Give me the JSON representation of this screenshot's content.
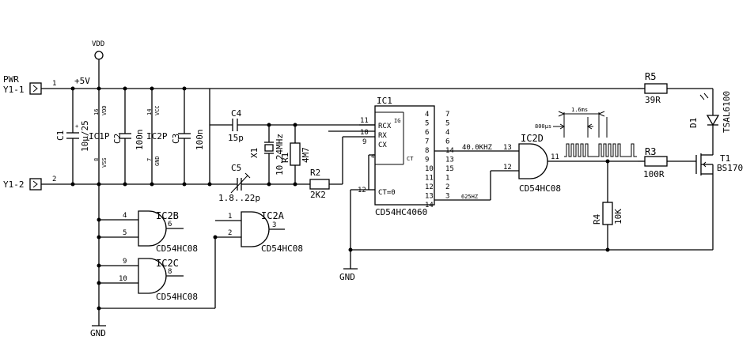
{
  "power": {
    "vdd": "VDD",
    "plus5v": "+5V",
    "pwr": "PWR",
    "y1_1": "Y1-1",
    "y1_2": "Y1-2",
    "pin1": "1",
    "pin2": "2"
  },
  "gnd": {
    "bottom": "GND",
    "mid": "GND"
  },
  "c1": {
    "name": "C1",
    "value": "10µ/25"
  },
  "c2": {
    "name": "C2",
    "value": "100n"
  },
  "c3": {
    "name": "C3",
    "value": "100n"
  },
  "c4": {
    "name": "C4",
    "value": "15p"
  },
  "c5": {
    "name": "C5",
    "value": "1.8..22p"
  },
  "ic1p": {
    "name": "IC1P",
    "top_pin": "16",
    "top_lbl": "VDD",
    "bot_pin": "8",
    "bot_lbl": "VSS"
  },
  "ic2p": {
    "name": "IC2P",
    "top_pin": "14",
    "top_lbl": "VCC",
    "bot_pin": "7",
    "bot_lbl": "GND"
  },
  "x1": {
    "name": "X1",
    "value": "10.24MHz"
  },
  "r1": {
    "name": "R1",
    "value": "4M7"
  },
  "r2": {
    "name": "R2",
    "value": "2K2"
  },
  "r3": {
    "name": "R3",
    "value": "100R"
  },
  "r4": {
    "name": "R4",
    "value": "10K"
  },
  "r5": {
    "name": "R5",
    "value": "39R"
  },
  "ic1": {
    "name": "IC1",
    "part": "CD54HC4060",
    "pin11": "11",
    "pin10": "10",
    "pin9": "9",
    "pin4": "4",
    "pin12": "12",
    "rcx": "RCX",
    "rx": "RX",
    "cx": "CX",
    "ig": "IG",
    "ct": "CT",
    "ct0": "CT=0",
    "out_ext": [
      "7",
      "5",
      "4",
      "6",
      "14",
      "13",
      "15",
      "1",
      "2",
      "3"
    ],
    "out_int": [
      "4",
      "5",
      "6",
      "7",
      "8",
      "9",
      "10",
      "11",
      "12",
      "13",
      "14"
    ]
  },
  "gates": {
    "ic2b": {
      "name": "IC2B",
      "part": "CD54HC08",
      "in1": "4",
      "in2": "5",
      "out": "6"
    },
    "ic2c": {
      "name": "IC2C",
      "part": "CD54HC08",
      "in1": "9",
      "in2": "10",
      "out": "8"
    },
    "ic2a": {
      "name": "IC2A",
      "part": "CD54HC08",
      "in1": "1",
      "in2": "2",
      "out": "3"
    },
    "ic2d": {
      "name": "IC2D",
      "part": "CD54HC08",
      "in1": "13",
      "in2": "12",
      "out": "11"
    }
  },
  "freq": {
    "f1": "40.0KHZ",
    "f2": "625HZ"
  },
  "timing": {
    "t1": "1.6ms",
    "t2": "800µs"
  },
  "d1": {
    "name": "D1",
    "part": "TSAL6100"
  },
  "t1": {
    "name": "T1",
    "part": "BS170"
  }
}
